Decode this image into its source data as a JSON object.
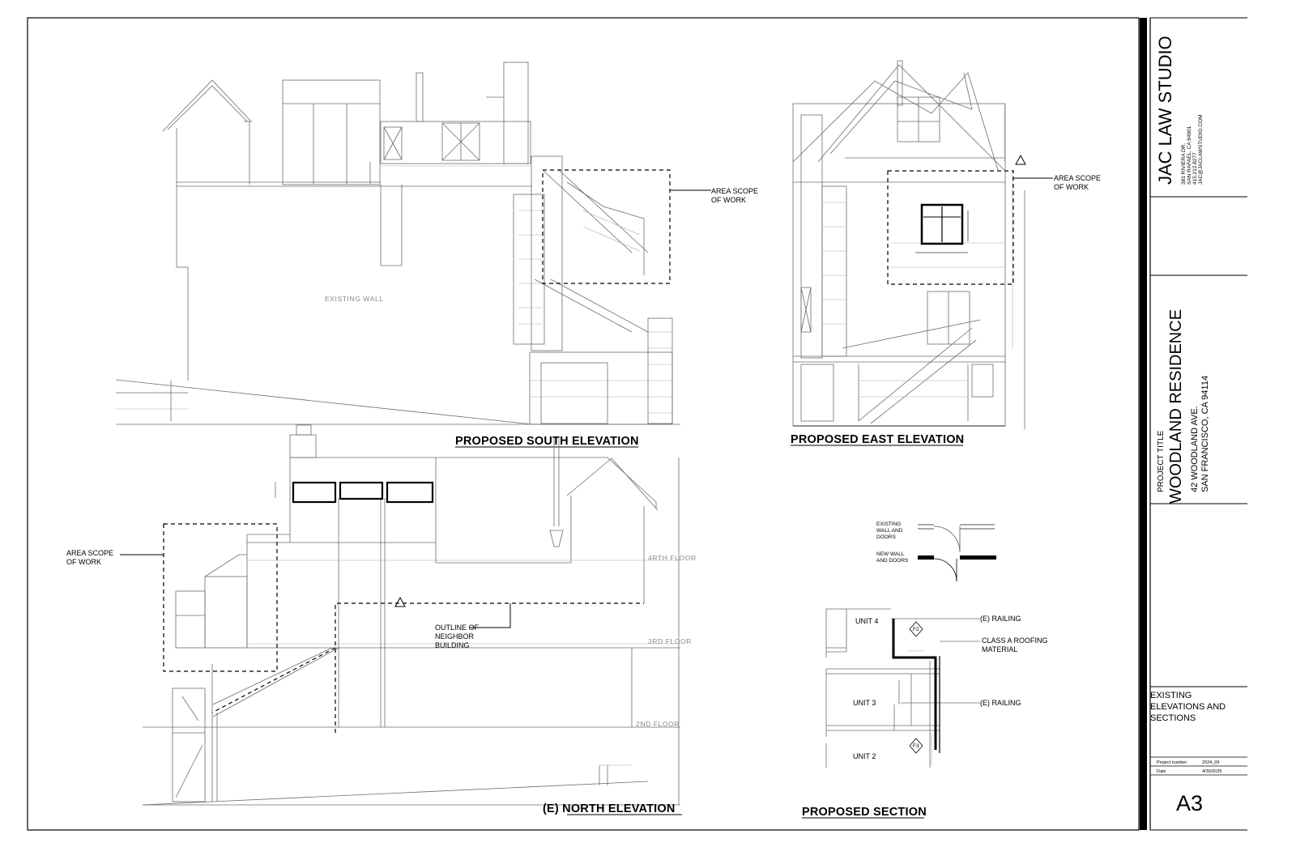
{
  "drawings": {
    "south": {
      "title": "PROPOSED SOUTH ELEVATION",
      "callout": [
        "AREA SCOPE",
        "OF WORK"
      ],
      "wall_label": "EXISTING WALL"
    },
    "east": {
      "title": "PROPOSED EAST ELEVATION",
      "callout": [
        "AREA SCOPE",
        "OF WORK"
      ]
    },
    "north": {
      "title": "(E)  NORTH ELEVATION",
      "callout": [
        "AREA SCOPE",
        "OF WORK"
      ],
      "neighbor_note": [
        "OUTLINE OF",
        "NEIGHBOR",
        "BUILDING"
      ],
      "floors": [
        "4RTH  FLOOR",
        "3RD  FLOOR",
        "2ND  FLOOR"
      ]
    },
    "legend": {
      "existing": [
        "EXISTING",
        "WALL AND",
        "DOORS"
      ],
      "new": [
        "NEW WALL",
        "AND DOORS"
      ]
    },
    "section": {
      "title": "PROPOSED SECTION",
      "units": [
        "UNIT 4",
        "UNIT 3",
        "UNIT 2"
      ],
      "notes": [
        "(E)  RAILING",
        "CLASS A ROOFING",
        "MATERIAL",
        "(E)  RAILING"
      ],
      "tags": [
        "F2",
        "F3"
      ]
    }
  },
  "title_block": {
    "firm": "JAC LAW STUDIO",
    "firm_address": [
      "381 RIVIERA DR.",
      "SAN RAFAEL, CA 94901",
      "415.212.8277",
      "JAC@JACLAWSTUDIO.COM"
    ],
    "project_label": "PROJECT TITLE",
    "project_name": "WOODLAND  RESIDENCE",
    "project_address": [
      "42 WOODLAND AVE.",
      "SAN FRANCISCO, CA 94114"
    ],
    "sheet_title": [
      "EXISTING",
      "ELEVATIONS AND",
      "SECTIONS"
    ],
    "project_number_label": "Project number",
    "project_number": "2024_09",
    "date_label": "Date",
    "date": "4/30/2025",
    "sheet_number": "A3"
  }
}
